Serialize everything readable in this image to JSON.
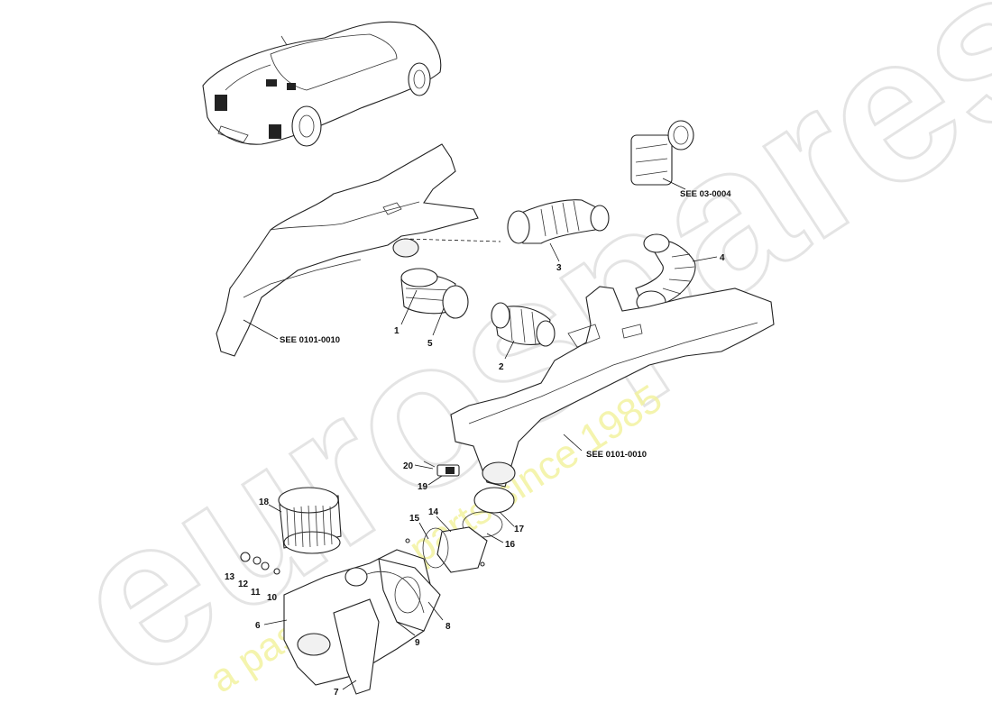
{
  "watermark": {
    "brand": "eurospares",
    "tagline": "a passion for parts since 1985"
  },
  "references": {
    "upper_frame": "SEE 0101-0010",
    "lower_frame": "SEE 0101-0010",
    "throttle_body": "SEE 03-0004"
  },
  "callouts": [
    "1",
    "2",
    "3",
    "4",
    "5",
    "6",
    "7",
    "8",
    "9",
    "10",
    "11",
    "12",
    "13",
    "14",
    "15",
    "16",
    "17",
    "18",
    "19",
    "20"
  ],
  "colors": {
    "line": "#222222",
    "watermark_outline": "#dcdcdc",
    "watermark_tagline": "#f3f3a0"
  }
}
